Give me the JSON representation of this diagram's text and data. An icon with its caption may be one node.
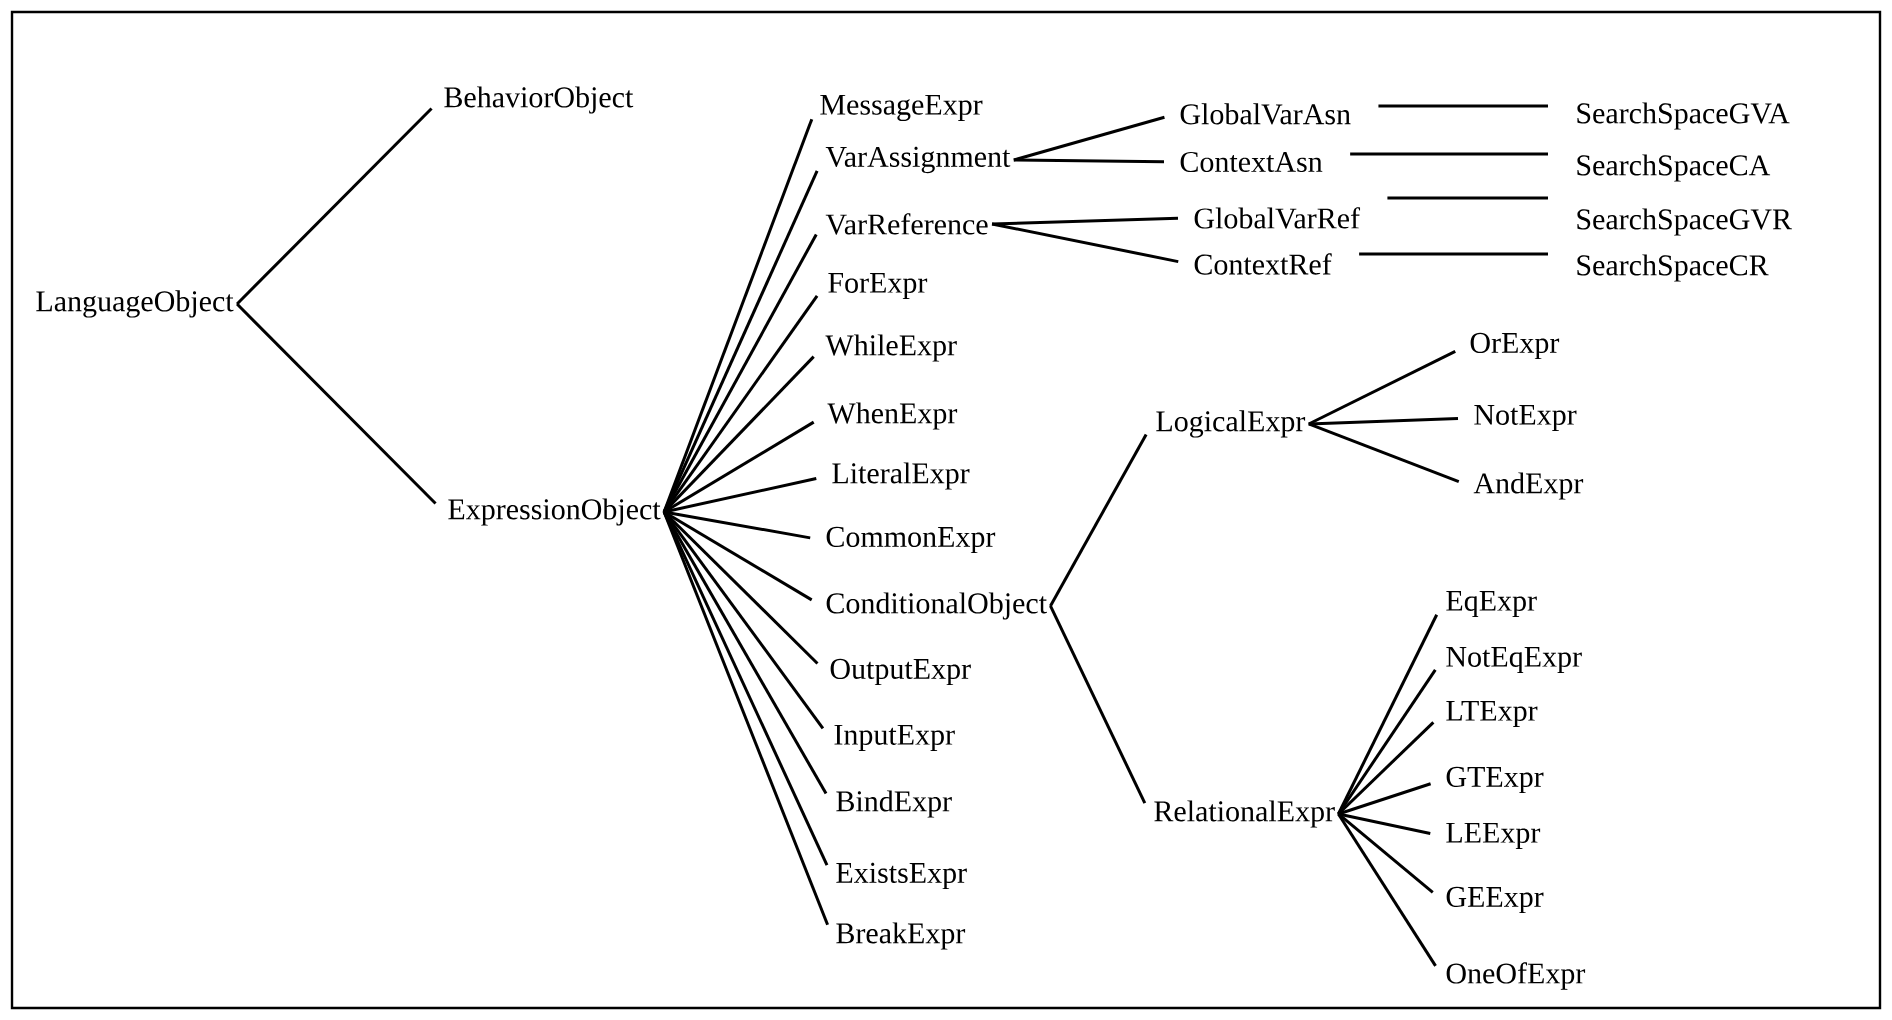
{
  "diagram": {
    "nodes": [
      {
        "text": [
          "LanguageObject"
        ]
      },
      {
        "text": [
          "BehaviorObject"
        ]
      },
      {
        "text": [
          "ExpressionObject"
        ]
      },
      {
        "text": [
          "MessageExpr"
        ]
      },
      {
        "text": [
          "VarAssignment"
        ]
      },
      {
        "text": [
          "VarReference"
        ]
      },
      {
        "text": [
          "ForExpr"
        ]
      },
      {
        "text": [
          "WhileExpr"
        ]
      },
      {
        "text": [
          "WhenExpr"
        ]
      },
      {
        "text": [
          "LiteralExpr"
        ]
      },
      {
        "text": [
          "CommonExpr"
        ]
      },
      {
        "text": [
          "ConditionalObject"
        ]
      },
      {
        "text": [
          "OutputExpr"
        ]
      },
      {
        "text": [
          "InputExpr"
        ]
      },
      {
        "text": [
          "BindExpr"
        ]
      },
      {
        "text": [
          "ExistsExpr"
        ]
      },
      {
        "text": [
          "BreakExpr"
        ]
      },
      {
        "text": [
          "GlobalVarAsn"
        ]
      },
      {
        "text": [
          "ContextAsn"
        ]
      },
      {
        "text": [
          "GlobalVarRef"
        ]
      },
      {
        "text": [
          "ContextRef"
        ]
      },
      {
        "text": [
          "SearchSpaceGVA"
        ]
      },
      {
        "text": [
          "SearchSpaceCA"
        ]
      },
      {
        "text": [
          "SearchSpaceGVR"
        ]
      },
      {
        "text": [
          "SearchSpaceCR"
        ]
      },
      {
        "text": [
          "LogicalExpr"
        ]
      },
      {
        "text": [
          "OrExpr"
        ]
      },
      {
        "text": [
          "NotExpr"
        ]
      },
      {
        "text": [
          "AndExpr"
        ]
      },
      {
        "text": [
          "RelationalExpr"
        ]
      },
      {
        "text": [
          "EqExpr"
        ]
      },
      {
        "text": [
          "NotEqExpr"
        ]
      },
      {
        "text": [
          "LTExpr"
        ]
      },
      {
        "text": [
          "GTExpr"
        ]
      },
      {
        "text": [
          "LEExpr"
        ]
      },
      {
        "text": [
          "GEExpr"
        ]
      },
      {
        "text": [
          "OneOfExpr"
        ]
      }
    ],
    "edges": [
      {
        "from": 0,
        "to": 1,
        "arrow": "none"
      },
      {
        "from": 0,
        "to": 2,
        "arrow": "none"
      },
      {
        "from": 2,
        "to": 3,
        "arrow": "none"
      },
      {
        "from": 2,
        "to": 4,
        "arrow": "none"
      },
      {
        "from": 2,
        "to": 5,
        "arrow": "none"
      },
      {
        "from": 2,
        "to": 6,
        "arrow": "none"
      },
      {
        "from": 2,
        "to": 7,
        "arrow": "none"
      },
      {
        "from": 2,
        "to": 8,
        "arrow": "none"
      },
      {
        "from": 2,
        "to": 9,
        "arrow": "none"
      },
      {
        "from": 2,
        "to": 10,
        "arrow": "none"
      },
      {
        "from": 2,
        "to": 11,
        "arrow": "none"
      },
      {
        "from": 2,
        "to": 12,
        "arrow": "none"
      },
      {
        "from": 2,
        "to": 13,
        "arrow": "none"
      },
      {
        "from": 2,
        "to": 14,
        "arrow": "none"
      },
      {
        "from": 2,
        "to": 15,
        "arrow": "none"
      },
      {
        "from": 2,
        "to": 16,
        "arrow": "none"
      },
      {
        "from": 4,
        "to": 17,
        "arrow": "none"
      },
      {
        "from": 4,
        "to": 18,
        "arrow": "none"
      },
      {
        "from": 5,
        "to": 19,
        "arrow": "none"
      },
      {
        "from": 5,
        "to": 20,
        "arrow": "none"
      },
      {
        "from": 17,
        "to": 21,
        "arrow": "none"
      },
      {
        "from": 18,
        "to": 22,
        "arrow": "none"
      },
      {
        "from": 19,
        "to": 23,
        "arrow": "none"
      },
      {
        "from": 20,
        "to": 24,
        "arrow": "none"
      },
      {
        "from": 11,
        "to": 25,
        "arrow": "none"
      },
      {
        "from": 11,
        "to": 29,
        "arrow": "none"
      },
      {
        "from": 25,
        "to": 26,
        "arrow": "none"
      },
      {
        "from": 25,
        "to": 27,
        "arrow": "none"
      },
      {
        "from": 25,
        "to": 28,
        "arrow": "none"
      },
      {
        "from": 29,
        "to": 30,
        "arrow": "none"
      },
      {
        "from": 29,
        "to": 31,
        "arrow": "none"
      },
      {
        "from": 29,
        "to": 32,
        "arrow": "none"
      },
      {
        "from": 29,
        "to": 33,
        "arrow": "none"
      },
      {
        "from": 29,
        "to": 34,
        "arrow": "none"
      },
      {
        "from": 29,
        "to": 35,
        "arrow": "none"
      },
      {
        "from": 29,
        "to": 36,
        "arrow": "none"
      }
    ]
  }
}
